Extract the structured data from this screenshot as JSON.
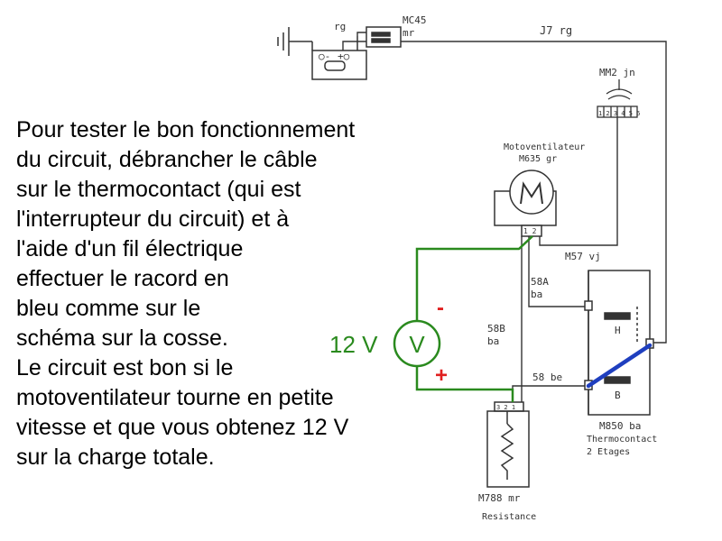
{
  "instructions": [
    "Pour tester le bon fonctionnement",
    "du circuit, débrancher le câble",
    "sur le thermocontact (qui est",
    "l'interrupteur du circuit) et à",
    "l'aide d'un fil électrique",
    "effectuer le racord en",
    "bleu comme sur le",
    "schéma sur la cosse.",
    "Le circuit est bon si le",
    "motoventilateur tourne en petite",
    "vitesse et que vous obtenez 12 V",
    "sur la charge totale."
  ],
  "voltmeter": {
    "reading": "12 V",
    "symbol": "V",
    "minus": "-",
    "plus": "+"
  },
  "components": {
    "mc45": {
      "code": "MC45",
      "color": "mr"
    },
    "battery_wire": {
      "color": "rg"
    },
    "wire_j7": "J7 rg",
    "mm2": "MM2 jn",
    "mm2_pins": "1 2 3 4 5 6",
    "fan": {
      "name": "Motoventilateur",
      "code": "M635 gr"
    },
    "wire_m57": "M57 vj",
    "wire_58a": {
      "code": "58A",
      "color": "ba"
    },
    "wire_58b": {
      "code": "58B",
      "color": "ba"
    },
    "wire_58": "58 be",
    "thermo": {
      "code": "M850 ba",
      "name": "Thermocontact",
      "stages": "2 Etages",
      "high": "H",
      "low": "B"
    },
    "resistance": {
      "code": "M788 mr",
      "name": "Resistance",
      "pins": "3 2 1"
    }
  },
  "colors": {
    "test_wire": "#2a8a1e",
    "bridge_wire": "#1f3fbf",
    "polarity_mark": "#e02020",
    "schematic": "#333333",
    "text": "#000000"
  }
}
